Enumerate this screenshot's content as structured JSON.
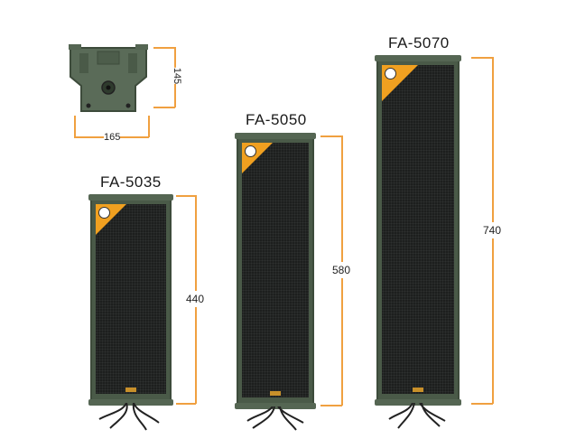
{
  "models": {
    "small": {
      "name": "FA-5035",
      "height": "440"
    },
    "medium": {
      "name": "FA-5050",
      "height": "580"
    },
    "large": {
      "name": "FA-5070",
      "height": "740"
    }
  },
  "bracket": {
    "height": "145",
    "width": "165"
  },
  "colors": {
    "cabinet": "#4a5a48",
    "grille": "#1d1f1e",
    "accent": "#f0a020",
    "dimension_line": "#f0a040"
  }
}
